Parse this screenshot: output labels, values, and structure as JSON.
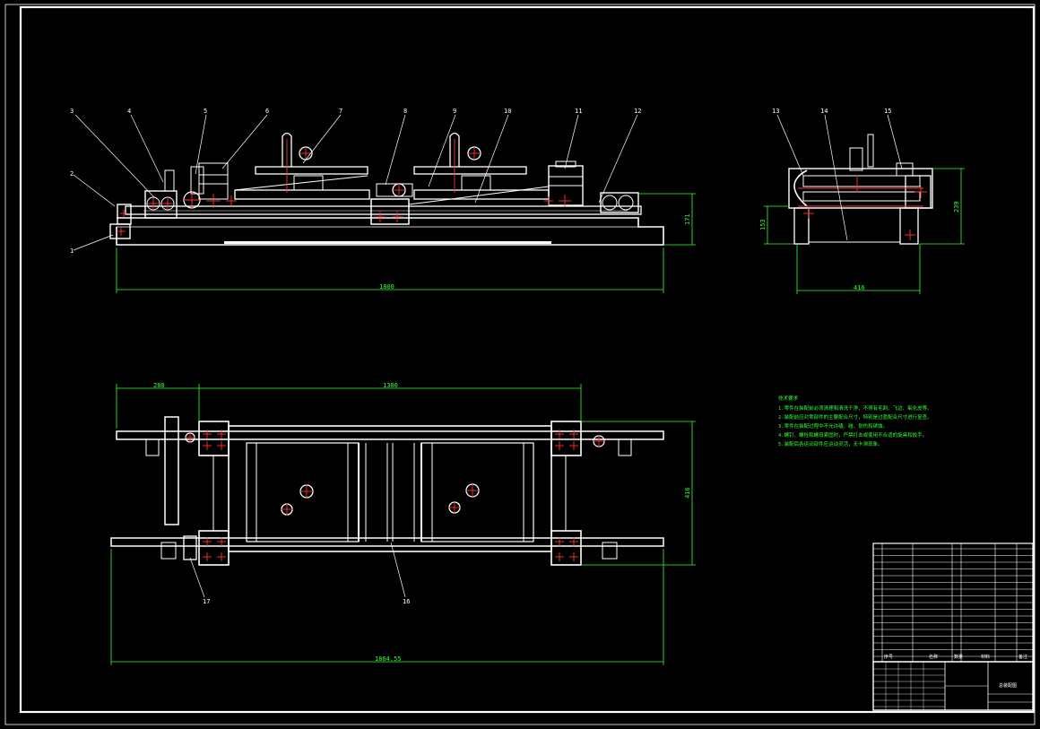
{
  "colors": {
    "background": "#000000",
    "geometry": "#ffffff",
    "dimension": "#33ff33",
    "center_mark": "#ff3333"
  },
  "callouts": [
    "1",
    "2",
    "3",
    "4",
    "5",
    "6",
    "7",
    "8",
    "9",
    "10",
    "11",
    "12",
    "13",
    "14",
    "15",
    "16",
    "17"
  ],
  "dimensions": {
    "front_length": "1800",
    "front_height": "171",
    "side_width": "416",
    "side_height_left": "153",
    "side_height_right": "239",
    "top_left_offset": "280",
    "top_center_span": "1300",
    "top_depth": "416",
    "top_total_length": "1864.55"
  },
  "notes": {
    "title": "技术要求",
    "lines": [
      "1.零件在装配前必须清理和清洗干净，不得有毛刺、飞边、氧化皮等。",
      "2.装配前应对零部件的主要配合尺寸，特别是过盈配合尺寸进行复查。",
      "3.零件在装配过程中不允许磕、碰、划伤和锈蚀。",
      "4.螺钉、螺栓和螺母紧固时，严禁打击或使用不合适的旋具和扳手。",
      "5.装配后各运动部件应运动灵活，无卡滞现象。"
    ]
  },
  "title_block": {
    "drawing_name": "总装配图",
    "col_headers": [
      "序号",
      "名称",
      "数量",
      "材料",
      "备注"
    ]
  }
}
